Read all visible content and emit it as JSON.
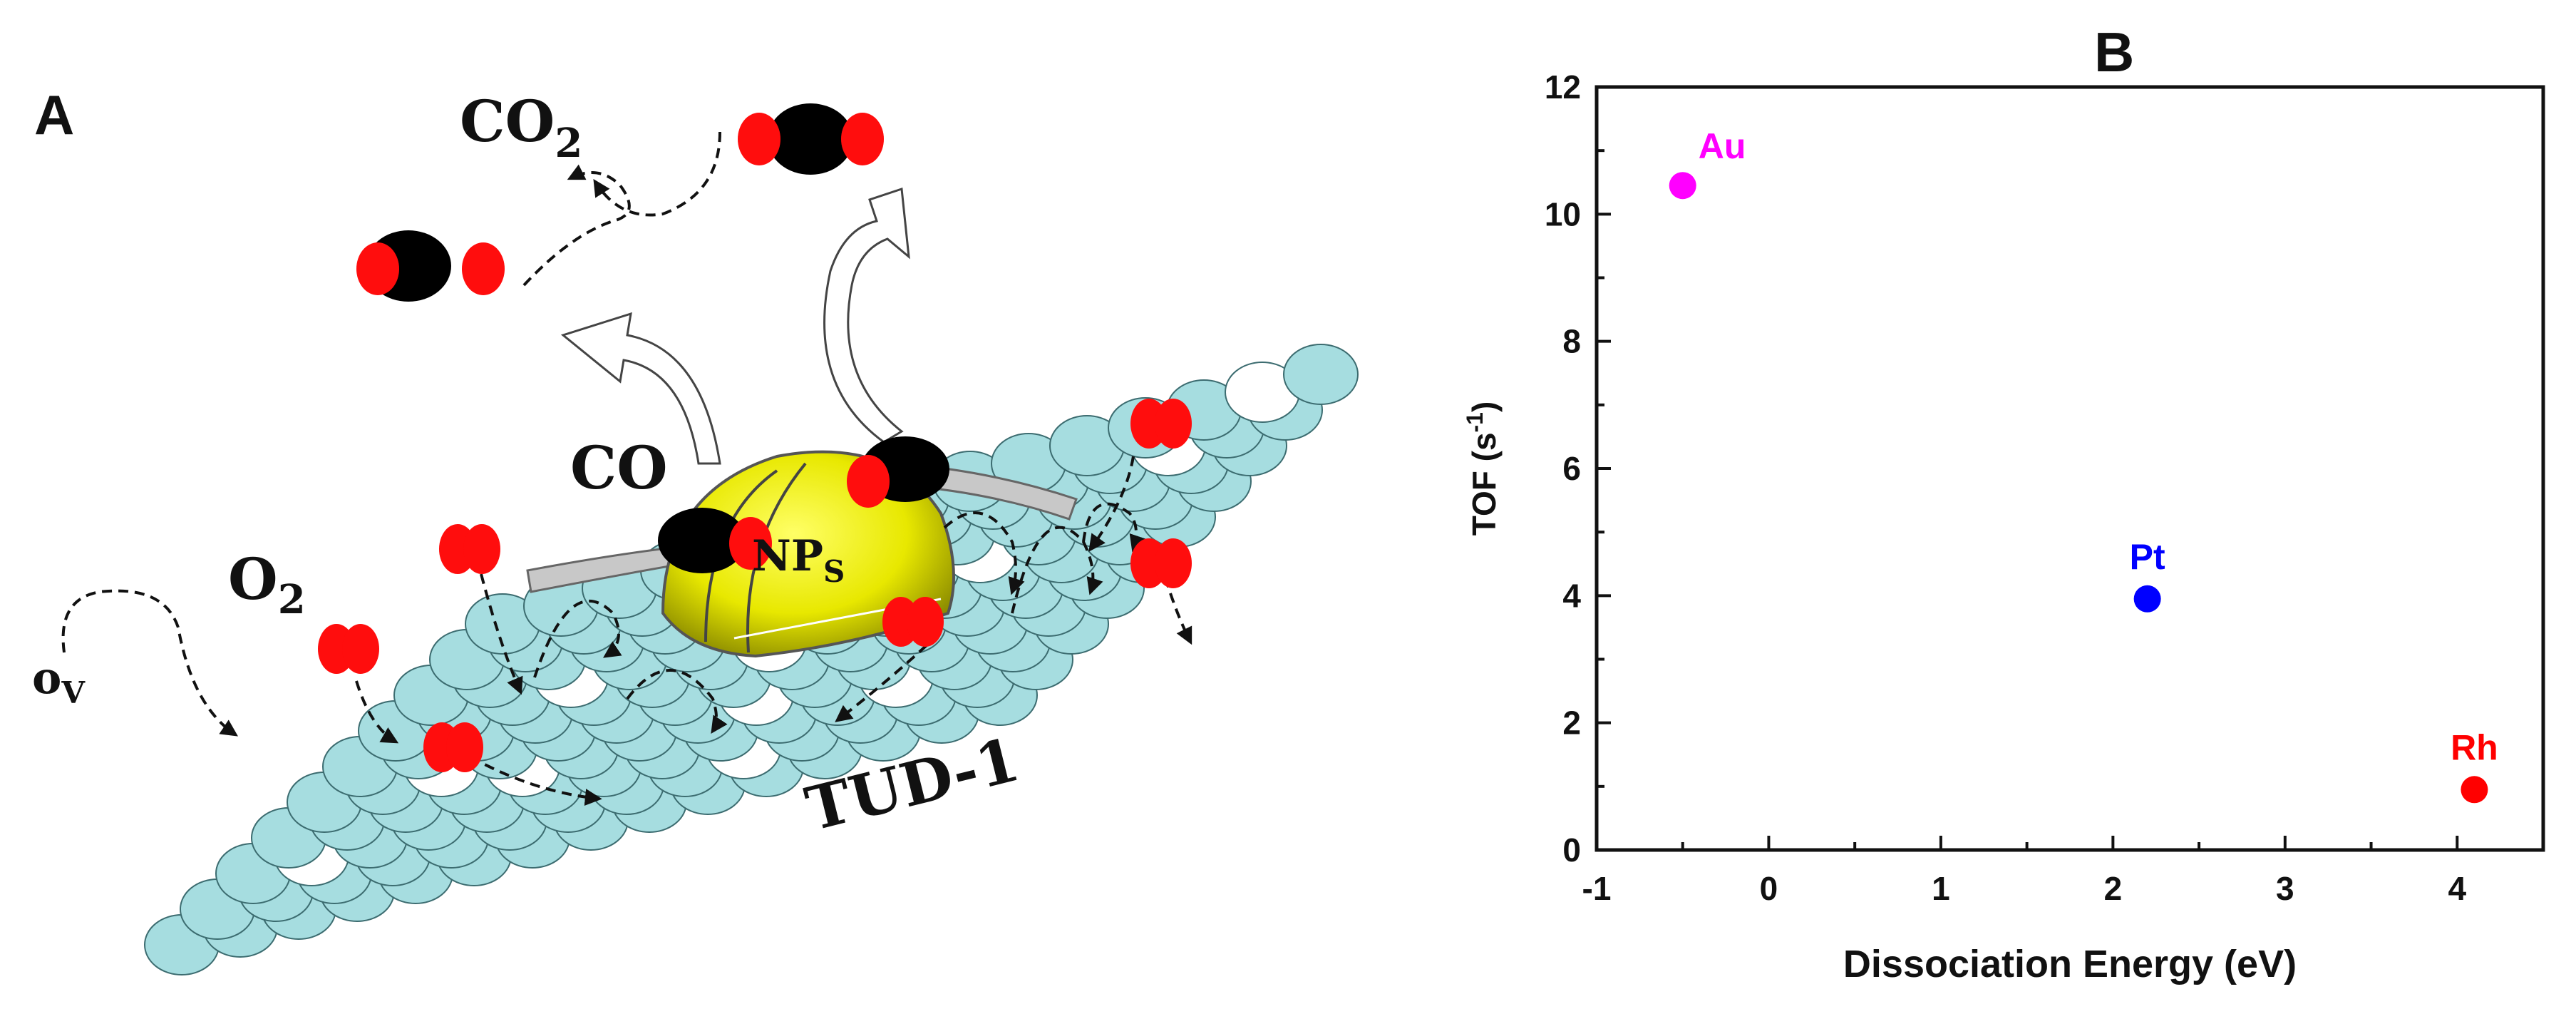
{
  "panel_a": {
    "letter": "A",
    "labels": {
      "co2_main": "CO",
      "co2_sub": "2",
      "co": "CO",
      "o2_main": "O",
      "o2_sub": "2",
      "ov_main": "o",
      "ov_sub": "V",
      "nps_main": "NP",
      "nps_sub": "S",
      "support": "TUD-1"
    },
    "colors": {
      "support_sphere": "#a6dde0",
      "vacancy": "#ffffff",
      "nanoparticle": "#f2f200",
      "carbon": "#000000",
      "oxygen": "#ff0d0d"
    }
  },
  "panel_b": {
    "letter": "B"
  },
  "chart_data": {
    "type": "scatter",
    "title": "",
    "xlabel": "Dissociation Energy (eV)",
    "ylabel_main": "TOF (s",
    "ylabel_sup": "-1",
    "ylabel_end": ")",
    "xlim": [
      -1,
      4.5
    ],
    "ylim": [
      0,
      12
    ],
    "xticks": [
      -1,
      0,
      1,
      2,
      3,
      4
    ],
    "xtick_labels": [
      "-1",
      "0",
      "1",
      "2",
      "3",
      "4"
    ],
    "yticks": [
      0,
      2,
      4,
      6,
      8,
      10,
      12
    ],
    "ytick_labels": [
      "0",
      "2",
      "4",
      "6",
      "8",
      "10",
      "12"
    ],
    "grid": false,
    "points": [
      {
        "label": "Au",
        "x": -0.5,
        "y": 10.45,
        "color": "#ff00ff"
      },
      {
        "label": "Pt",
        "x": 2.2,
        "y": 3.95,
        "color": "#0000ff"
      },
      {
        "label": "Rh",
        "x": 4.1,
        "y": 0.95,
        "color": "#ff0000"
      }
    ]
  }
}
